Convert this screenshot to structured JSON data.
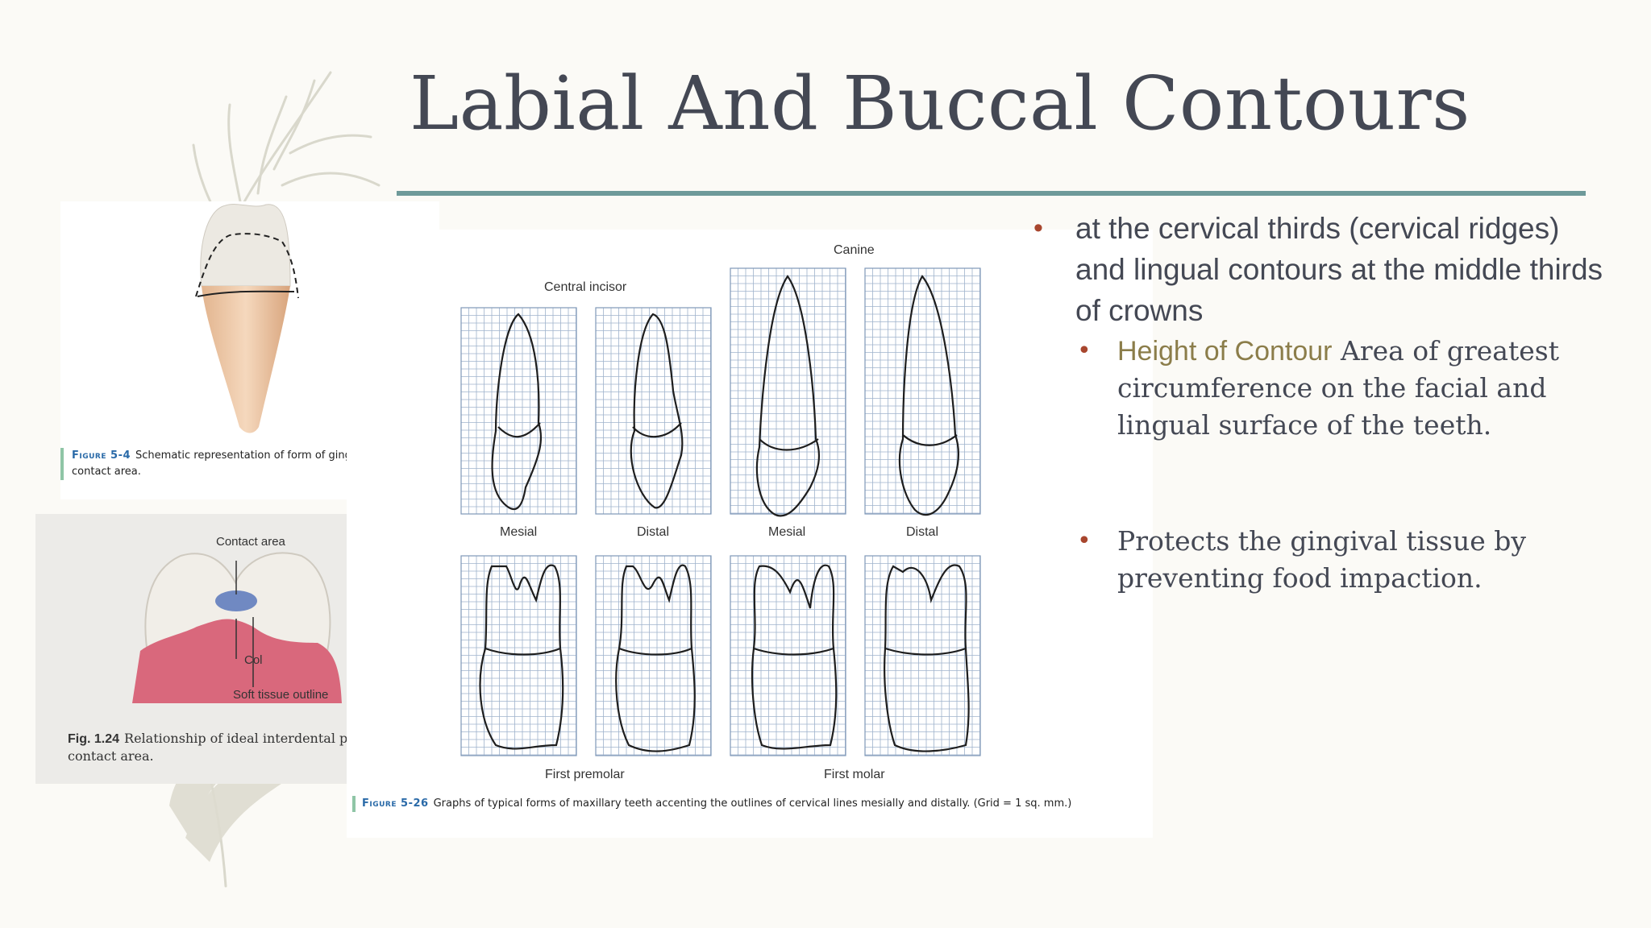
{
  "slide": {
    "title": "Labial And Buccal Contours",
    "colors": {
      "title": "#444854",
      "rule": "#6e9a9a",
      "bullet": "#a8462e",
      "highlight": "#8b7d4a"
    }
  },
  "bullets": {
    "main": "at the cervical thirds (cervical ridges) and lingual contours at the middle thirds of crowns",
    "sub1_highlight": "Height of Contour",
    "sub1_text": "Area of greatest circumference on the facial and lingual surface of the  teeth.",
    "sub2_text": "Protects the gingival tissue by preventing food impaction."
  },
  "figure_5_4": {
    "label": "Figure 5-4",
    "caption": "Schematic representation of form of gingiva in relation to contact area."
  },
  "figure_1_24": {
    "label": "Fig. 1.24",
    "caption": "Relationship of ideal interdental papilla to molar contact area.",
    "labels": {
      "contact": "Contact area",
      "col": "Col",
      "soft": "Soft tissue outline"
    }
  },
  "figure_5_26": {
    "label": "Figure 5-26",
    "caption": "Graphs of typical forms of maxillary teeth accenting the outlines of cervical lines mesially and distally. (Grid = 1 sq. mm.)",
    "group_labels": {
      "central_incisor": "Central incisor",
      "canine": "Canine",
      "first_premolar": "First premolar",
      "first_molar": "First molar"
    },
    "view_labels": {
      "m1": "Mesial",
      "d1": "Distal",
      "m2": "Mesial",
      "d2": "Distal"
    }
  }
}
